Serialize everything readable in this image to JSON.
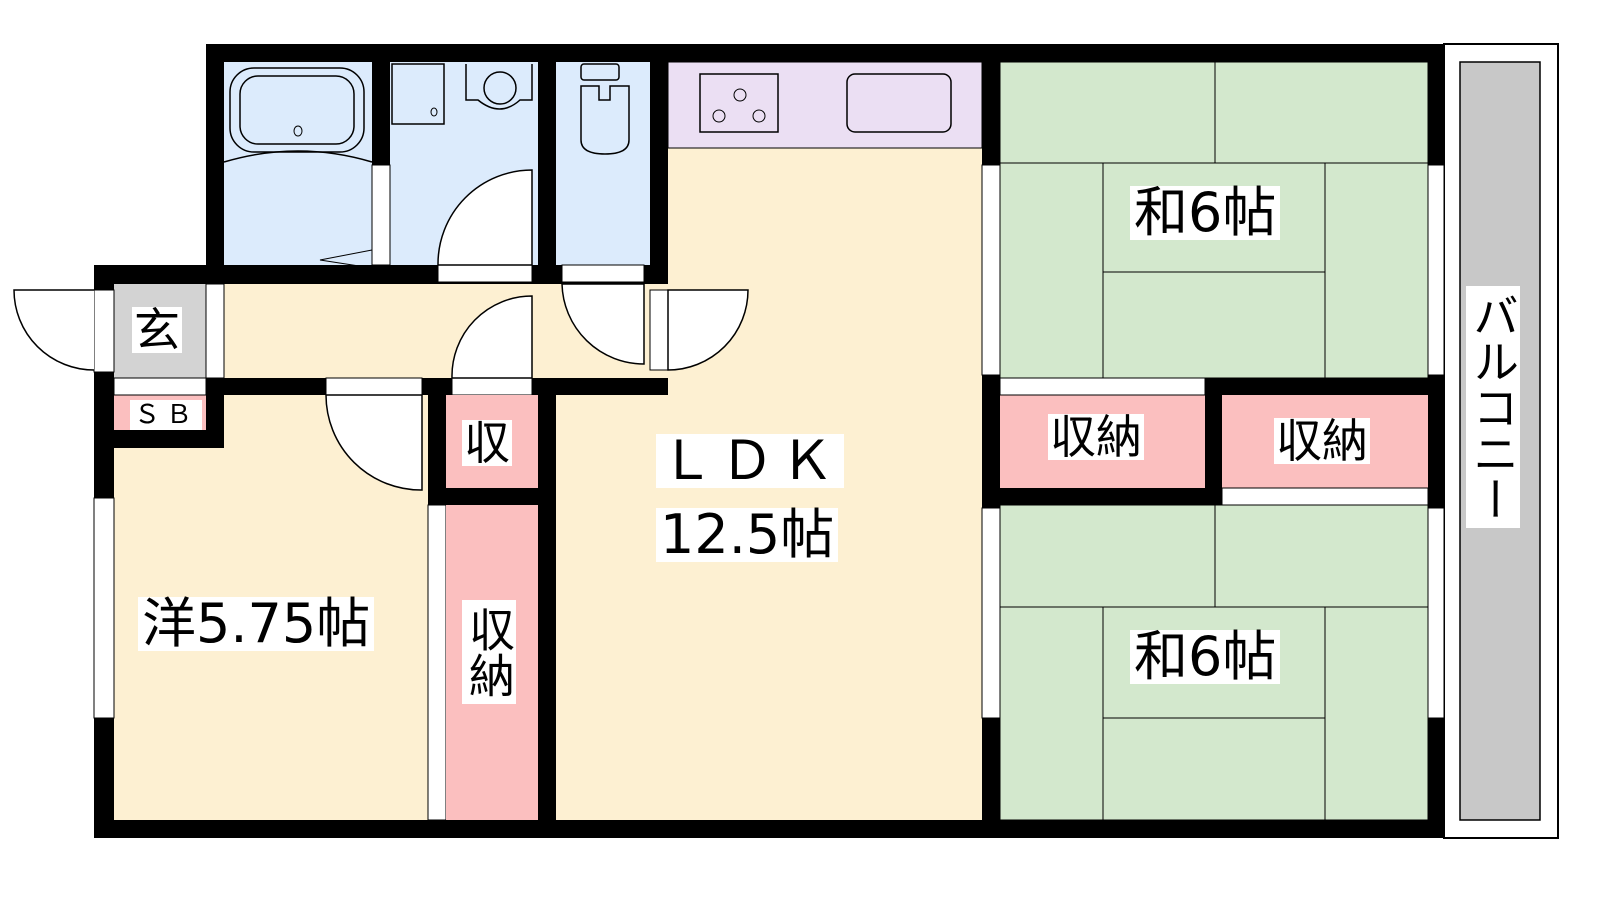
{
  "rooms": {
    "ldk": {
      "line1": "ＬＤＫ",
      "line2": "12.5帖"
    },
    "western": "洋5.75帖",
    "japanese_top": "和6帖",
    "japanese_bottom": "和6帖",
    "entrance": "玄",
    "shoe_box": "ＳＢ",
    "storage_small": "収",
    "storage_vertical": "収納",
    "closet_left": "収納",
    "closet_right": "収納",
    "balcony": "バルコニー"
  },
  "colors": {
    "wall": "#000000",
    "living": "#fdf0d2",
    "wet": "#dcebfc",
    "tatami": "#d3e8cd",
    "storage": "#fbbfbf",
    "kitchen": "#ebdff3",
    "entrance": "#d3d3d3",
    "balcony": "#c8c8c8"
  }
}
